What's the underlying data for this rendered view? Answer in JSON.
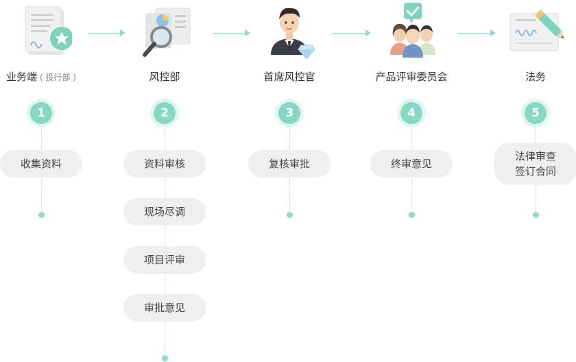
{
  "stages": [
    {
      "title": "业务端",
      "subtitle": "( 投行部 )",
      "number": "1",
      "icon": "document-star-icon",
      "tasks": [
        "收集资料"
      ]
    },
    {
      "title": "风控部",
      "number": "2",
      "icon": "magnifier-report-icon",
      "tasks": [
        "资料审核",
        "现场尽调",
        "项目评审",
        "审批意见"
      ]
    },
    {
      "title": "首席风控官",
      "number": "3",
      "icon": "executive-diamond-icon",
      "tasks": [
        "复核审批"
      ]
    },
    {
      "title": "产品评审委员会",
      "number": "4",
      "icon": "committee-check-icon",
      "tasks": [
        "终审意见"
      ]
    },
    {
      "title": "法务",
      "number": "5",
      "icon": "contract-pen-icon",
      "task_lines": [
        "法律审查",
        "签订合同"
      ]
    }
  ],
  "colors": {
    "accent": "#86d7c4",
    "accent_light": "#e2f6f1",
    "pill_bg": "#efefef",
    "arrow": "#8fdac8"
  }
}
